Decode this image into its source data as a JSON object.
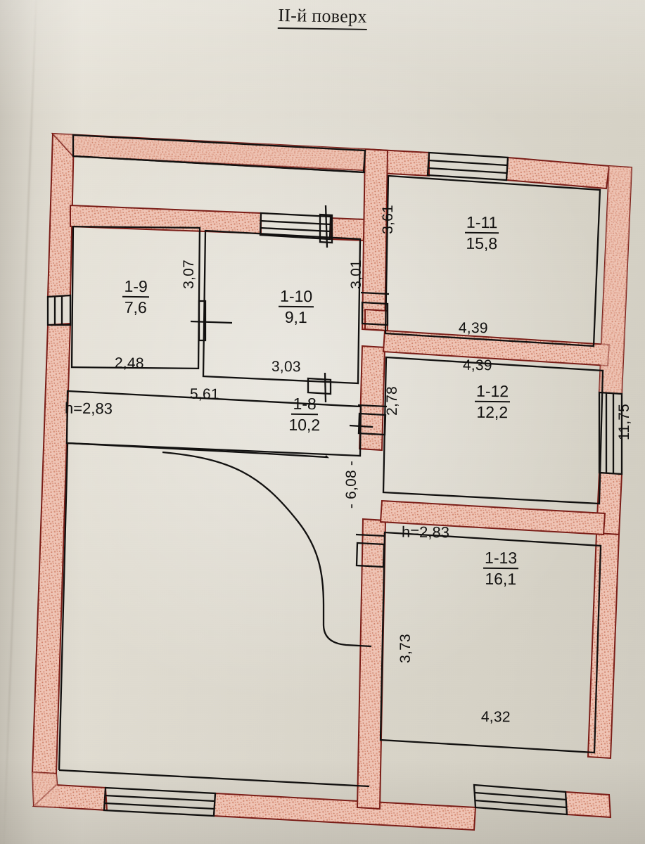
{
  "document": {
    "title": "II-й поверх",
    "type": "architectural-floor-plan",
    "language": "uk"
  },
  "colors": {
    "wall_hatch": "#e0a490",
    "wall_outline": "#7b1e18",
    "line": "#121110",
    "paper": "#e3dfd4"
  },
  "rooms": [
    {
      "id": "1-9",
      "number": "1-9",
      "area": "7,6",
      "width_label": "2,48",
      "height_label": "3,07"
    },
    {
      "id": "1-10",
      "number": "1-10",
      "area": "9,1",
      "width_label": "3,03",
      "height_label": "3,01"
    },
    {
      "id": "1-11",
      "number": "1-11",
      "area": "15,8",
      "width_label": "4,39",
      "height_label": "3,61"
    },
    {
      "id": "1-12",
      "number": "1-12",
      "area": "12,2",
      "width_label": "4,39",
      "height_label": "2,78"
    },
    {
      "id": "1-13",
      "number": "1-13",
      "area": "16,1",
      "width_label": "4,32",
      "height_label": "3,73"
    },
    {
      "id": "1-8",
      "number": "1-8",
      "area": "10,2",
      "width_label": "5,61",
      "height_label": "- 6,08 -"
    }
  ],
  "dimensions": {
    "d_2_48": "2,48",
    "d_3_07": "3,07",
    "d_3_03": "3,03",
    "d_3_01": "3,01",
    "d_3_61": "3,61",
    "d_4_39_top": "4,39",
    "d_4_39_bottom": "4,39",
    "d_2_78": "2,78",
    "d_3_73": "3,73",
    "d_4_32": "4,32",
    "d_5_61": "5,61",
    "d_6_08": "- 6,08 -",
    "d_11_75": "11,75"
  },
  "heights": {
    "h_left": "h=2,83",
    "h_right": "h=2,83"
  },
  "room_labels": {
    "r1_9_num": "1-9",
    "r1_9_area": "7,6",
    "r1_10_num": "1-10",
    "r1_10_area": "9,1",
    "r1_11_num": "1-11",
    "r1_11_area": "15,8",
    "r1_12_num": "1-12",
    "r1_12_area": "12,2",
    "r1_13_num": "1-13",
    "r1_13_area": "16,1",
    "r1_8_num": "1-8",
    "r1_8_area": "10,2"
  }
}
